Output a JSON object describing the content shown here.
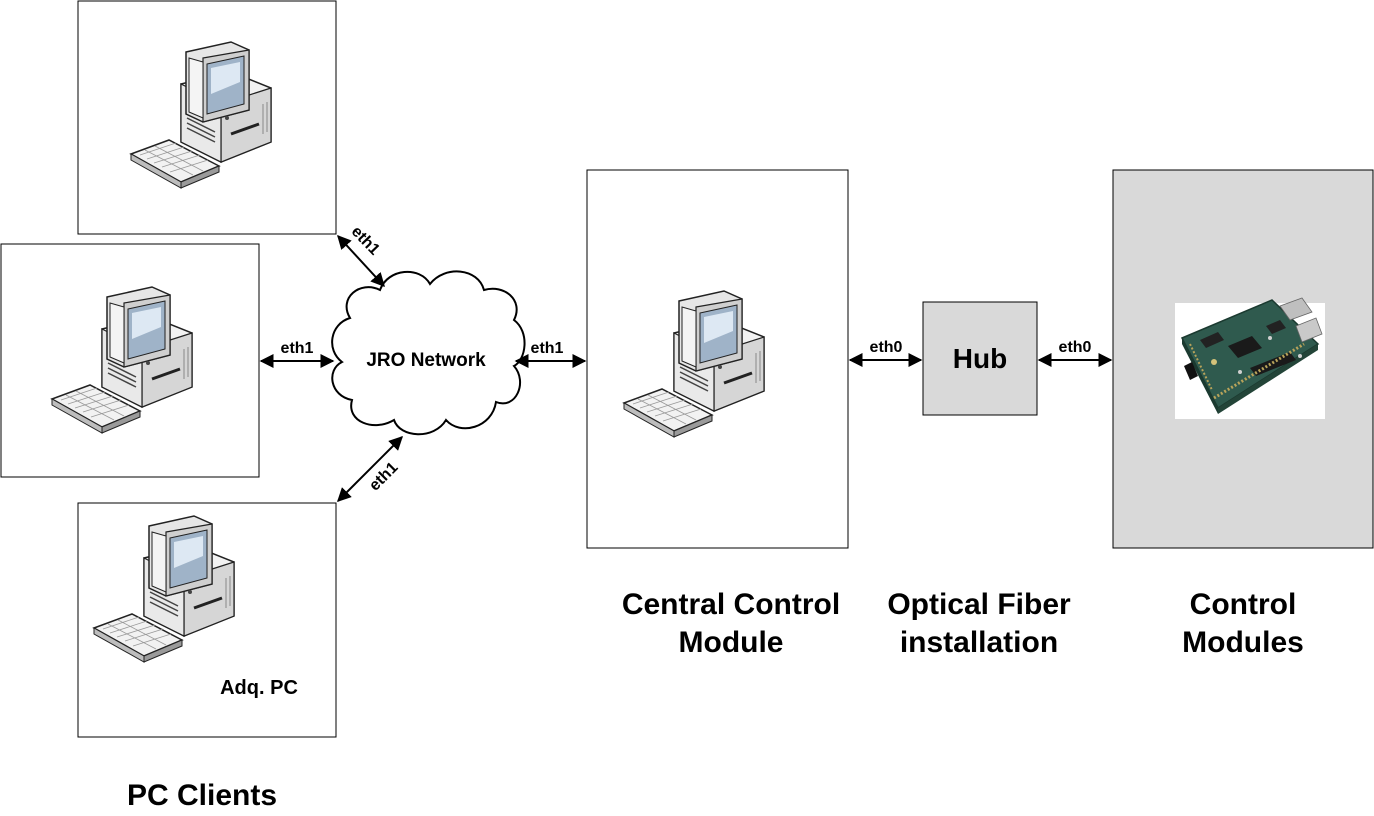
{
  "network": {
    "label": "JRO Network"
  },
  "clients": {
    "adq_label": "Adq. PC",
    "caption": "PC Clients"
  },
  "links": {
    "top": "eth1",
    "middle": "eth1",
    "bottom": "eth1",
    "network_to_central": "eth1",
    "central_to_hub": "eth0",
    "hub_to_modules": "eth0"
  },
  "hub": {
    "label": "Hub"
  },
  "captions": {
    "central_line1": "Central Control",
    "central_line2": "Module",
    "fiber_line1": "Optical Fiber",
    "fiber_line2": "installation",
    "modules_line1": "Control",
    "modules_line2": "Modules"
  },
  "colors": {
    "box_fill": "#ffffff",
    "module_fill": "#d9d9d9",
    "stroke": "#000000"
  }
}
